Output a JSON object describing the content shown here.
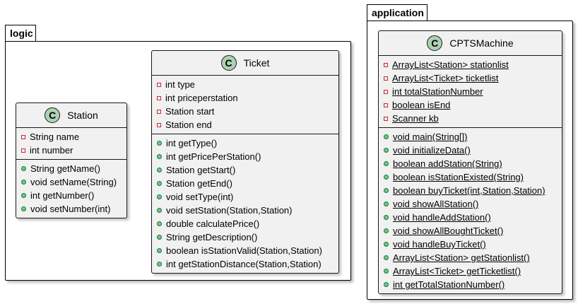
{
  "packages": [
    {
      "name": "logic",
      "classes": [
        {
          "name": "Station",
          "badge": "C",
          "fields": [
            {
              "vis": "private",
              "text": "String name"
            },
            {
              "vis": "private",
              "text": "int number"
            }
          ],
          "methods": [
            {
              "vis": "public",
              "text": "String getName()"
            },
            {
              "vis": "public",
              "text": "void setName(String)"
            },
            {
              "vis": "public",
              "text": "int getNumber()"
            },
            {
              "vis": "public",
              "text": "void setNumber(int)"
            }
          ]
        },
        {
          "name": "Ticket",
          "badge": "C",
          "fields": [
            {
              "vis": "private",
              "text": "int type"
            },
            {
              "vis": "private",
              "text": "int priceperstation"
            },
            {
              "vis": "private",
              "text": "Station start"
            },
            {
              "vis": "private",
              "text": "Station end"
            }
          ],
          "methods": [
            {
              "vis": "public",
              "text": "int getType()"
            },
            {
              "vis": "public",
              "text": "int getPricePerStation()"
            },
            {
              "vis": "public",
              "text": "Station getStart()"
            },
            {
              "vis": "public",
              "text": "Station getEnd()"
            },
            {
              "vis": "public",
              "text": "void setType(int)"
            },
            {
              "vis": "public",
              "text": "void setStation(Station,Station)"
            },
            {
              "vis": "public",
              "text": "double calculatePrice()"
            },
            {
              "vis": "public",
              "text": "String getDescription()"
            },
            {
              "vis": "public",
              "text": "boolean isStationValid(Station,Station)"
            },
            {
              "vis": "public",
              "text": "int getStationDistance(Station,Station)"
            }
          ]
        }
      ]
    },
    {
      "name": "application",
      "classes": [
        {
          "name": "CPTSMachine",
          "badge": "C",
          "fields": [
            {
              "vis": "private",
              "static": true,
              "text": "ArrayList<Station> stationlist"
            },
            {
              "vis": "private",
              "static": true,
              "text": "ArrayList<Ticket> ticketlist"
            },
            {
              "vis": "private",
              "static": true,
              "text": "int totalStationNumber"
            },
            {
              "vis": "private",
              "static": true,
              "text": "boolean isEnd"
            },
            {
              "vis": "private",
              "static": true,
              "text": "Scanner kb"
            }
          ],
          "methods": [
            {
              "vis": "public",
              "static": true,
              "text": "void main(String[])"
            },
            {
              "vis": "public",
              "static": true,
              "text": "void initializeData()"
            },
            {
              "vis": "public",
              "static": true,
              "text": "boolean addStation(String)"
            },
            {
              "vis": "public",
              "static": true,
              "text": "boolean isStationExisted(String)"
            },
            {
              "vis": "public",
              "static": true,
              "text": "boolean buyTicket(int,Station,Station)"
            },
            {
              "vis": "public",
              "static": true,
              "text": "void showAllStation()"
            },
            {
              "vis": "public",
              "static": true,
              "text": "void handleAddStation()"
            },
            {
              "vis": "public",
              "static": true,
              "text": "void showAllBoughtTicket()"
            },
            {
              "vis": "public",
              "static": true,
              "text": "void handleBuyTicket()"
            },
            {
              "vis": "public",
              "static": true,
              "text": "ArrayList<Station> getStationlist()"
            },
            {
              "vis": "public",
              "static": true,
              "text": "ArrayList<Ticket> getTicketlist()"
            },
            {
              "vis": "public",
              "static": true,
              "text": "int getTotalStationNumber()"
            }
          ]
        }
      ]
    }
  ]
}
